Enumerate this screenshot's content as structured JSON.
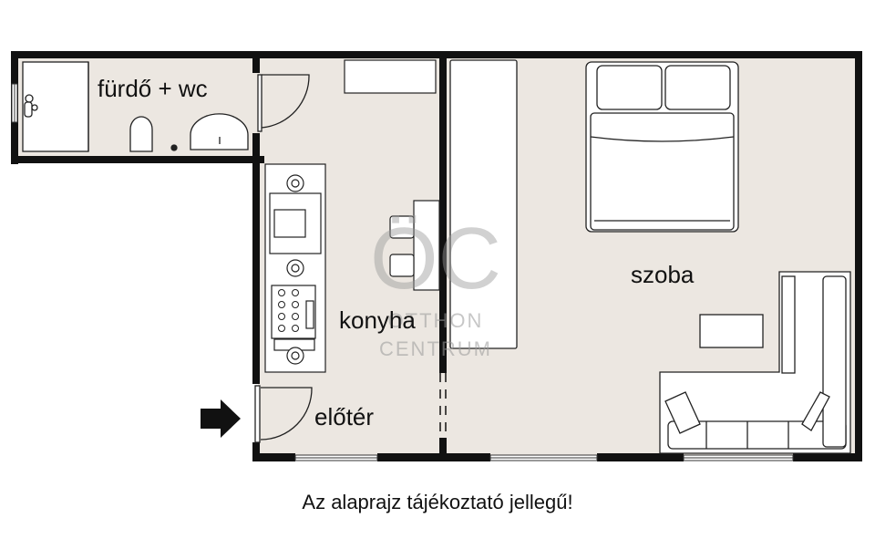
{
  "rooms": {
    "bathroom": "fürdő + wc",
    "kitchen": "konyha",
    "hall": "előtér",
    "room": "szoba"
  },
  "watermark": {
    "logo": "ÖC",
    "line1": "OTTHON",
    "line2": "CENTRUM"
  },
  "caption": "Az alaprajz tájékoztató jellegű!",
  "colors": {
    "floor": "#ece7e1",
    "wall": "#111111"
  },
  "icons": [
    "entrance-arrow-icon"
  ]
}
